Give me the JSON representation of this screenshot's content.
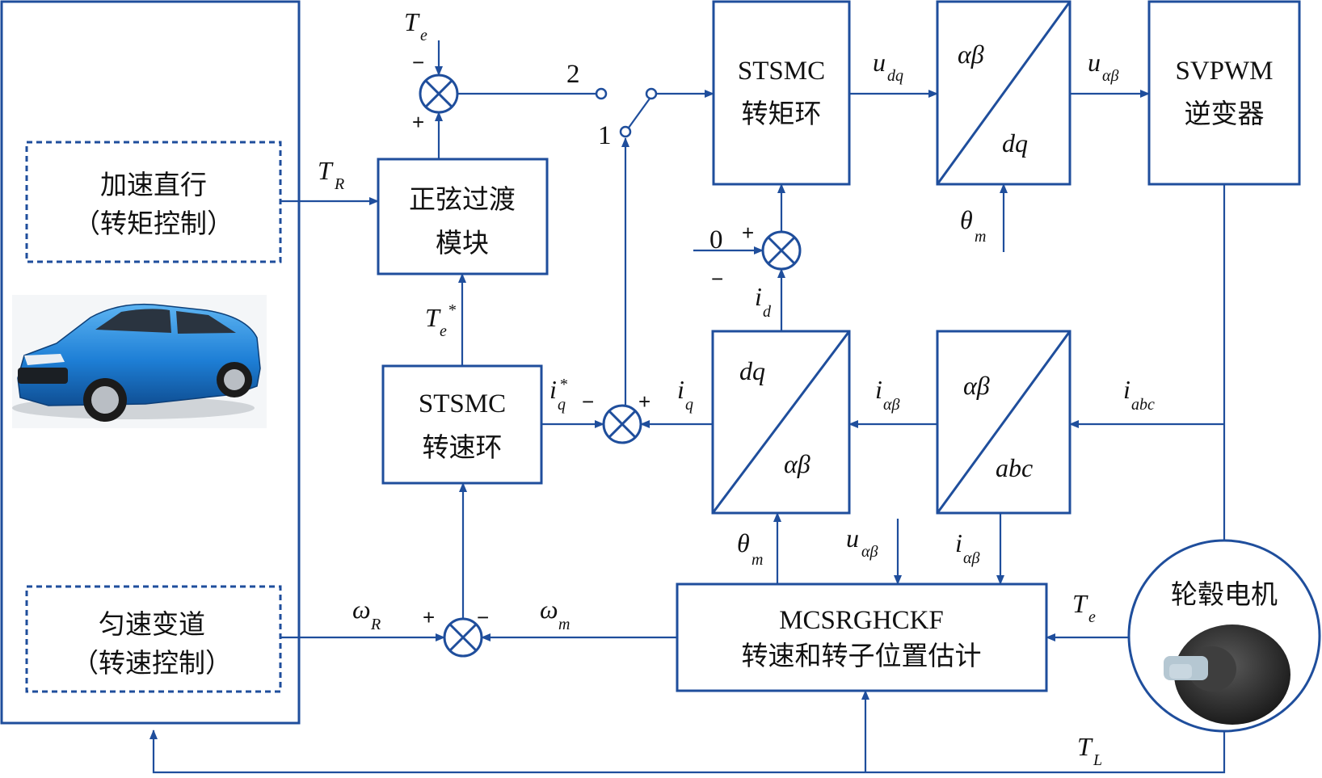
{
  "blocks": {
    "accel_line1": "加速直行",
    "accel_line2": "（转矩控制）",
    "lane_line1": "匀速变道",
    "lane_line2": "（转速控制）",
    "sine_line1": "正弦过渡",
    "sine_line2": "模块",
    "speed_ctrl_line1": "STSMC",
    "speed_ctrl_line2": "转速环",
    "torque_ctrl_line1": "STSMC",
    "torque_ctrl_line2": "转矩环",
    "svpwm_line1": "SVPWM",
    "svpwm_line2": "逆变器",
    "estimator_line1": "MCSRGHCKF",
    "estimator_line2": "转速和转子位置估计",
    "motor_label": "轮毂电机",
    "park_inv_top": "αβ",
    "park_inv_bottom": "dq",
    "park_top": "dq",
    "park_bottom": "αβ",
    "clarke_top": "αβ",
    "clarke_bottom": "abc"
  },
  "signals": {
    "Te_top": {
      "main": "T",
      "sub": "e"
    },
    "TR": {
      "main": "T",
      "sub": "R"
    },
    "Te_star": {
      "main": "T",
      "sub": "e",
      "sup": "*"
    },
    "iq_star": {
      "main": "i",
      "sub": "q",
      "sup": "*"
    },
    "iq": {
      "main": "i",
      "sub": "q"
    },
    "id": {
      "main": "i",
      "sub": "d"
    },
    "udq": {
      "main": "u",
      "sub": "dq"
    },
    "ualphabeta_top": {
      "main": "u",
      "sub": "αβ"
    },
    "theta_top": {
      "main": "θ",
      "sub": "m"
    },
    "ialphabeta_mid": {
      "main": "i",
      "sub": "αβ"
    },
    "iabc": {
      "main": "i",
      "sub": "abc"
    },
    "theta_bottom": {
      "main": "θ",
      "sub": "m"
    },
    "ualphabeta_bottom": {
      "main": "u",
      "sub": "αβ"
    },
    "ialphabeta_bottom": {
      "main": "i",
      "sub": "αβ"
    },
    "omegaR": {
      "main": "ω",
      "sub": "R"
    },
    "omegam": {
      "main": "ω",
      "sub": "m"
    },
    "Te_motor": {
      "main": "T",
      "sub": "e"
    },
    "TL": {
      "main": "T",
      "sub": "L"
    },
    "zero_ref": "0"
  },
  "switch_labels": {
    "pos2": "2",
    "pos1": "1"
  },
  "signs": {
    "sum_te_top": "−",
    "sum_te_bottom": "+",
    "sum_id_plus": "+",
    "sum_id_minus": "−",
    "sum_iq_minus": "−",
    "sum_iq_plus": "+",
    "sum_w_plus": "+",
    "sum_w_minus": "−"
  },
  "colors": {
    "line": "#1f4e9c",
    "car_body": "#1e7fd6",
    "motor": "#3a3a3a"
  }
}
